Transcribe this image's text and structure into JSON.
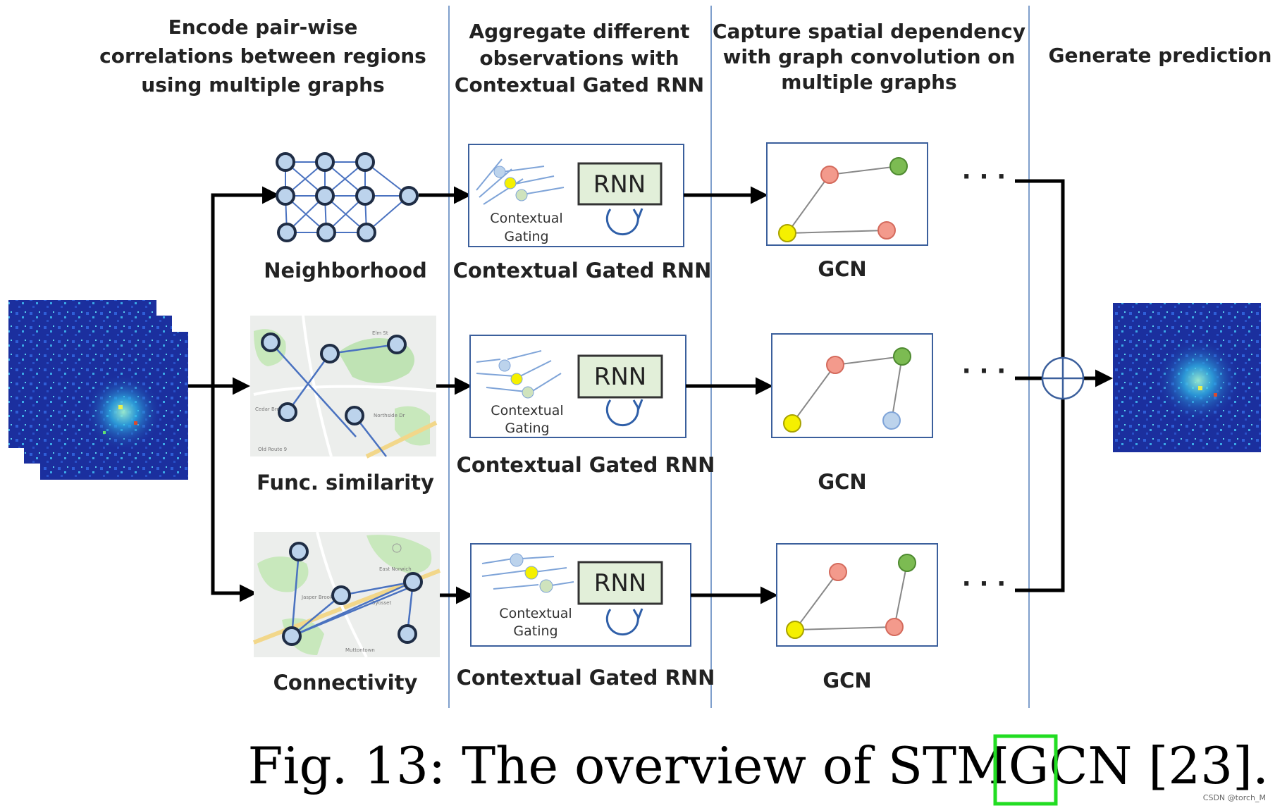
{
  "headers": {
    "col1": [
      "Encode pair-wise",
      "correlations between regions",
      "using multiple graphs"
    ],
    "col2": [
      "Aggregate different",
      "observations with",
      "Contextual Gated RNN"
    ],
    "col3": [
      "Capture spatial dependency",
      "with graph convolution on",
      "multiple graphs"
    ],
    "col4": [
      "Generate prediction"
    ]
  },
  "graph_labels": [
    "Neighborhood",
    "Func. similarity",
    "Connectivity"
  ],
  "rnn_box": {
    "rnn_label": "RNN",
    "gating_line1": "Contextual",
    "gating_line2": "Gating",
    "caption": "Contextual Gated RNN"
  },
  "gcn_label": "GCN",
  "ellipsis": "· · ·",
  "map_labels": {
    "map2": [
      "Cedar Brook",
      "Northside Dr",
      "Old Route 9",
      "Elm St"
    ],
    "map3": [
      "East Norwich",
      "Jasper Brookville",
      "Muttontown",
      "Syosset"
    ]
  },
  "caption": {
    "prefix": "Fig. 13: The overview of STMGCN [",
    "ref": "23",
    "suffix": "]."
  },
  "watermark": "CSDN @torch_M",
  "colors": {
    "divider": "#7f9fcc",
    "node_blue": "#bcd3ec",
    "node_red": "#f39a8c",
    "node_green": "#7cbb52",
    "node_yellow": "#f5f000",
    "rnn_fill": "#e2efd9",
    "ref_box": "#22dd22"
  }
}
